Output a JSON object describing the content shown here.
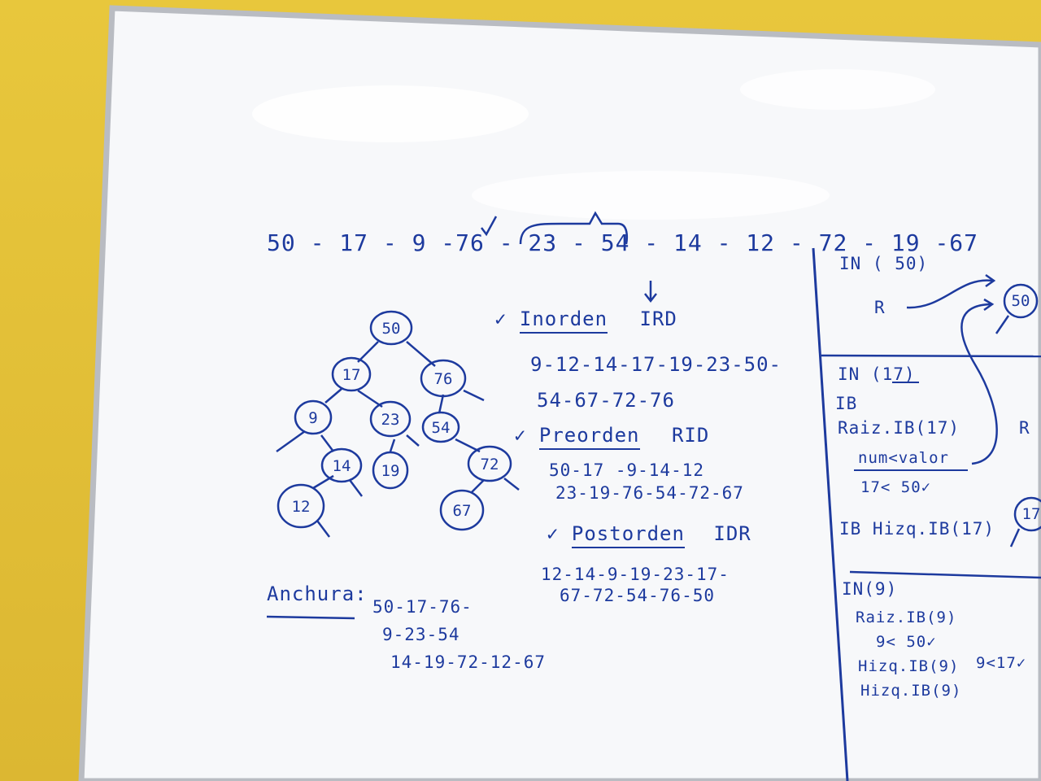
{
  "colors": {
    "wall": "#e3c43a",
    "board": "#f8f9fb",
    "frame": "#b9bcc2",
    "ink": "#1d3a9e"
  },
  "sequence": "50 - 17 - 9 -76 - 23 - 54 - 14 - 12 - 72 - 19 -67",
  "tree": {
    "nodes": [
      "50",
      "17",
      "76",
      "9",
      "23",
      "54",
      "14",
      "19",
      "72",
      "12",
      "67"
    ]
  },
  "inorden": {
    "check": "✓",
    "title": "Inorden",
    "code": "IRD",
    "line1": "9-12-14-17-19-23-50-",
    "line2": "54-67-72-76"
  },
  "preorden": {
    "check": "✓",
    "title": "Preorden",
    "code": "RID",
    "line1": "50-17 -9-14-12",
    "line2": "23-19-76-54-72-67"
  },
  "postorden": {
    "check": "✓",
    "title": "Postorden",
    "code": "IDR",
    "line1": "12-14-9-19-23-17-",
    "line2": "67-72-54-76-50"
  },
  "anchura": {
    "title": "Anchura:",
    "line1": "50-17-76-",
    "line2": "9-23-54",
    "line3": "14-19-72-12-67"
  },
  "right_panel": {
    "in50": "IN ( 50)",
    "r_label": "R",
    "node50": "50",
    "in17": "IN (17)",
    "ib": "IB",
    "raiz_ib17": "Raiz.IB(17)",
    "r2": "R",
    "num_valor": "num<valor",
    "cmp17": "17< 50✓",
    "ib_hizq": "IB  Hizq.IB(17)",
    "node17": "17",
    "in9": "IN(9)",
    "raiz_ib9": "Raiz.IB(9)",
    "cmp9a": "9< 50✓",
    "hizq_ib9a": "Hizq.IB(9)",
    "cmp9b": "9<17✓",
    "hizq_ib9b": "Hizq.IB(9)"
  }
}
